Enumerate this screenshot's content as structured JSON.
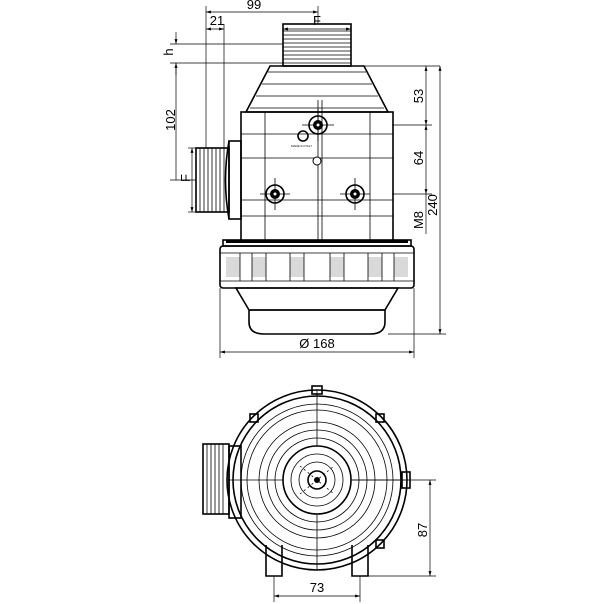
{
  "dimensions": {
    "width_99": "99",
    "width_21": "21",
    "thread_top": "F",
    "h": "h",
    "height_102": "102",
    "thread_side": "F",
    "height_53": "53",
    "height_64": "64",
    "thread_m8": "M8",
    "height_240": "240",
    "diameter_168": "Ø 168",
    "height_87": "87",
    "width_73": "73"
  },
  "plate_text": "MADE IN ITALY",
  "colors": {
    "line": "#000000",
    "shade": "#d9d9d9",
    "background": "#ffffff"
  }
}
